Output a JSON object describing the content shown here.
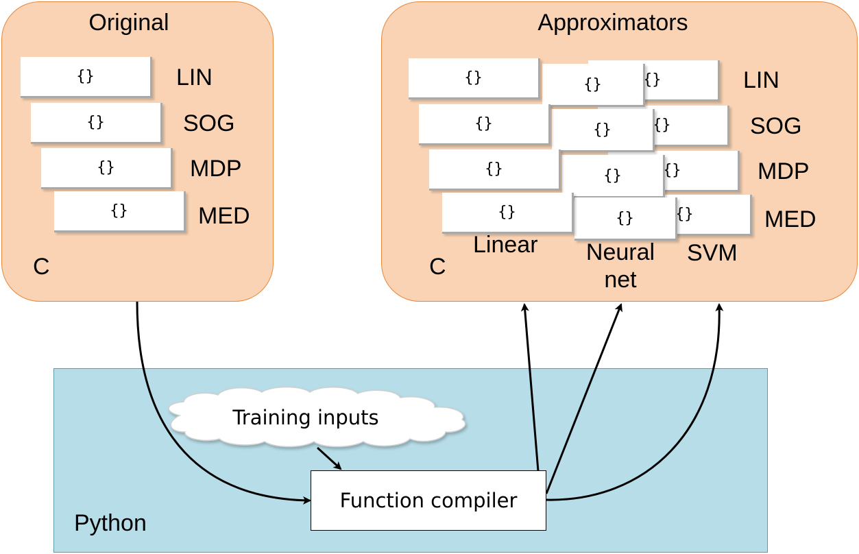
{
  "original": {
    "title": "Original",
    "functions": [
      "LIN",
      "SOG",
      "MDP",
      "MED"
    ],
    "card_glyph": "{}",
    "language": "C"
  },
  "approximators": {
    "title": "Approximators",
    "functions": [
      "LIN",
      "SOG",
      "MDP",
      "MED"
    ],
    "card_glyph": "{}",
    "language": "C",
    "methods": [
      "Linear",
      "Neural\nnet",
      "SVM"
    ]
  },
  "python": {
    "language": "Python",
    "training_inputs": "Training inputs",
    "function_compiler": "Function compiler"
  },
  "colors": {
    "panel_fill": "#f9d3b3",
    "panel_border": "#e8863a",
    "python_fill": "#b7dde8",
    "python_border": "#5f99ac"
  }
}
